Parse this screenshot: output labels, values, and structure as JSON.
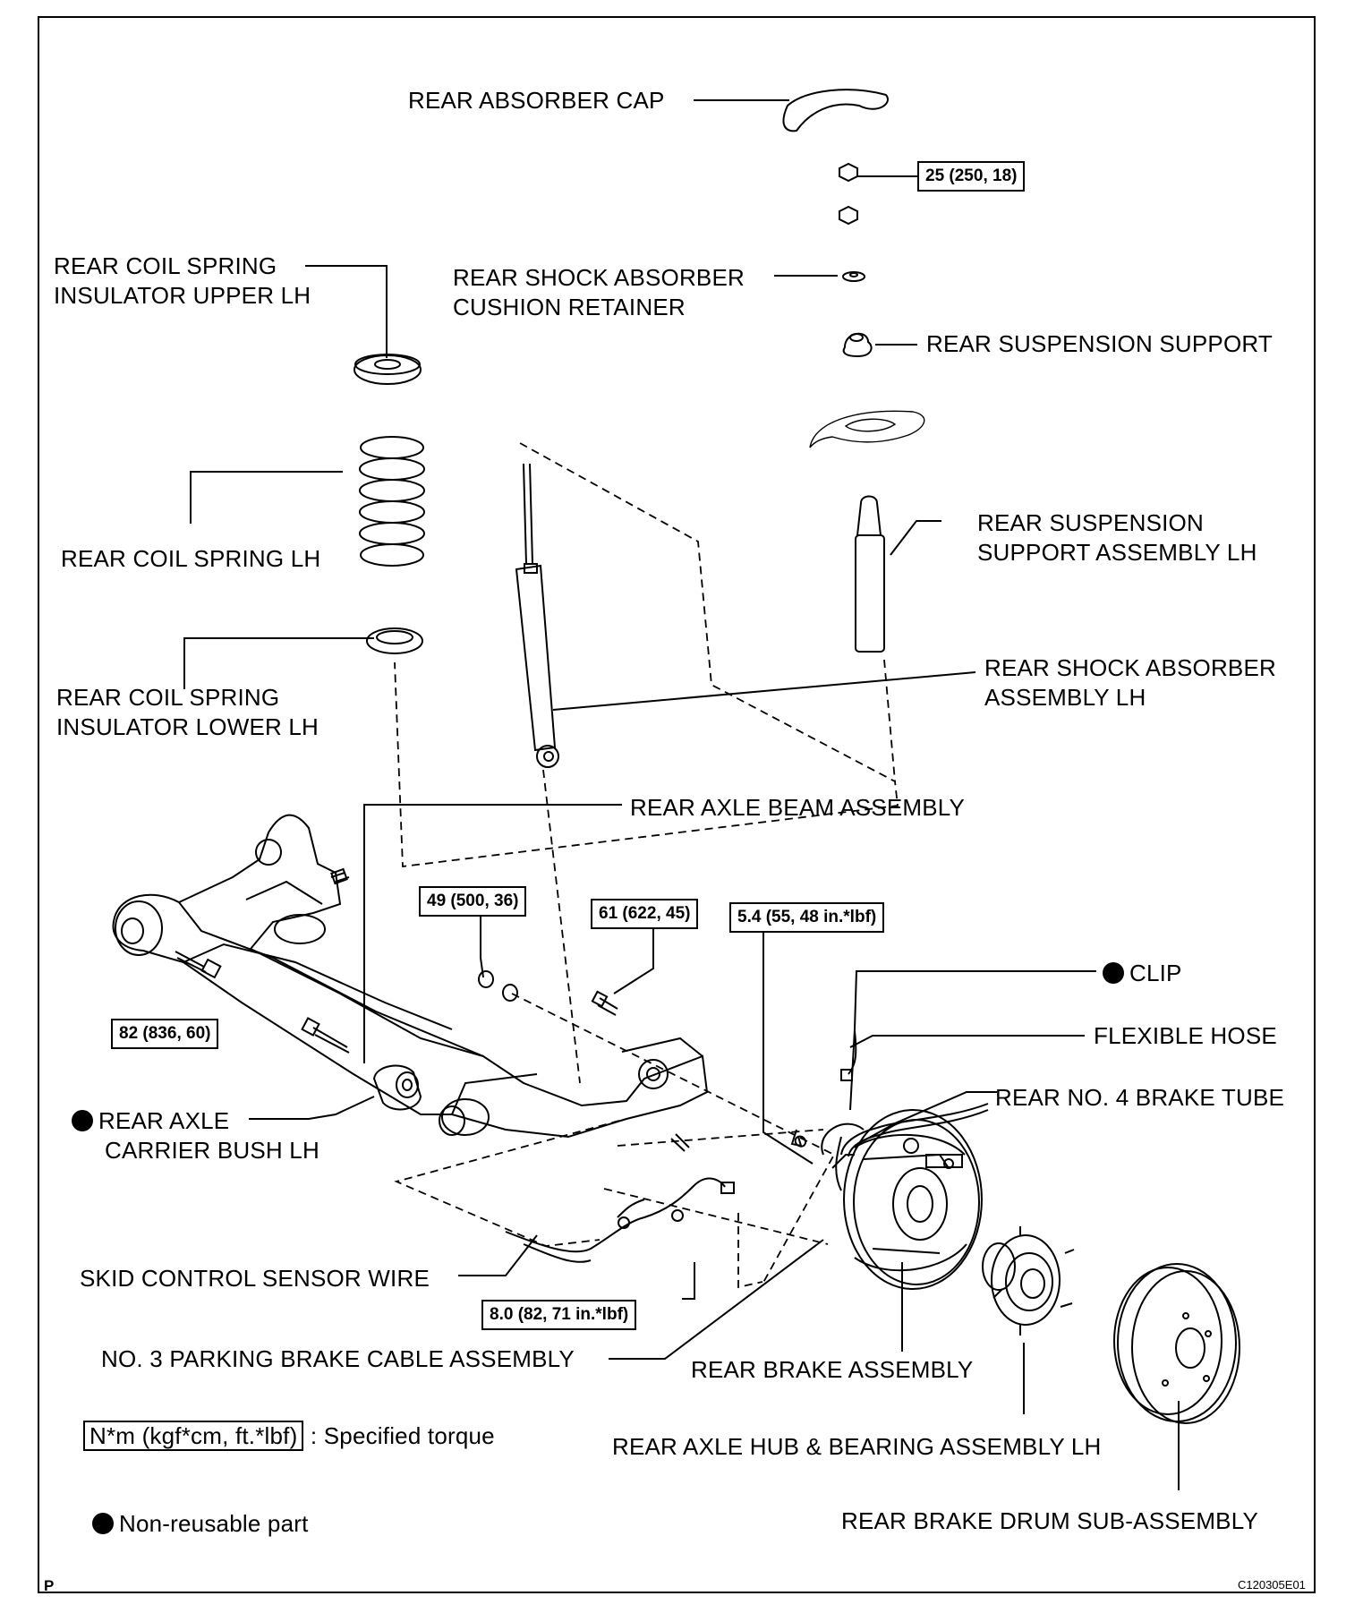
{
  "labels": {
    "rear_absorber_cap": "REAR ABSORBER CAP",
    "coil_spring_insulator_upper_1": "REAR COIL SPRING",
    "coil_spring_insulator_upper_2": "INSULATOR UPPER LH",
    "shock_cushion_retainer_1": "REAR SHOCK ABSORBER",
    "shock_cushion_retainer_2": "CUSHION RETAINER",
    "rear_suspension_support": "REAR SUSPENSION SUPPORT",
    "rear_coil_spring": "REAR COIL SPRING LH",
    "suspension_support_assy_1": "REAR SUSPENSION",
    "suspension_support_assy_2": "SUPPORT ASSEMBLY LH",
    "coil_spring_insulator_lower_1": "REAR COIL SPRING",
    "coil_spring_insulator_lower_2": "INSULATOR LOWER LH",
    "shock_absorber_assy_1": "REAR SHOCK ABSORBER",
    "shock_absorber_assy_2": "ASSEMBLY LH",
    "rear_axle_beam": "REAR AXLE BEAM ASSEMBLY",
    "clip": "CLIP",
    "flexible_hose": "FLEXIBLE HOSE",
    "brake_tube": "REAR NO. 4 BRAKE TUBE",
    "carrier_bush_1": "REAR AXLE",
    "carrier_bush_2": "CARRIER BUSH LH",
    "skid_sensor_wire": "SKID CONTROL SENSOR WIRE",
    "parking_brake_cable": "NO. 3 PARKING BRAKE CABLE ASSEMBLY",
    "rear_brake_assy": "REAR BRAKE ASSEMBLY",
    "hub_bearing": "REAR AXLE HUB & BEARING ASSEMBLY LH",
    "brake_drum": "REAR BRAKE DRUM SUB-ASSEMBLY"
  },
  "torques": {
    "t25": "25 (250, 18)",
    "t49": "49 (500, 36)",
    "t61": "61 (622, 45)",
    "t54": "5.4 (55, 48 in.*lbf)",
    "t82": "82 (836, 60)",
    "t80": "8.0 (82, 71 in.*lbf)"
  },
  "legend": {
    "torque_unit": "N*m (kgf*cm, ft.*lbf)",
    "torque_desc": ": Specified torque",
    "nonreusable": "Non-reusable part"
  },
  "corner": {
    "left": "P",
    "right": "C120305E01"
  }
}
